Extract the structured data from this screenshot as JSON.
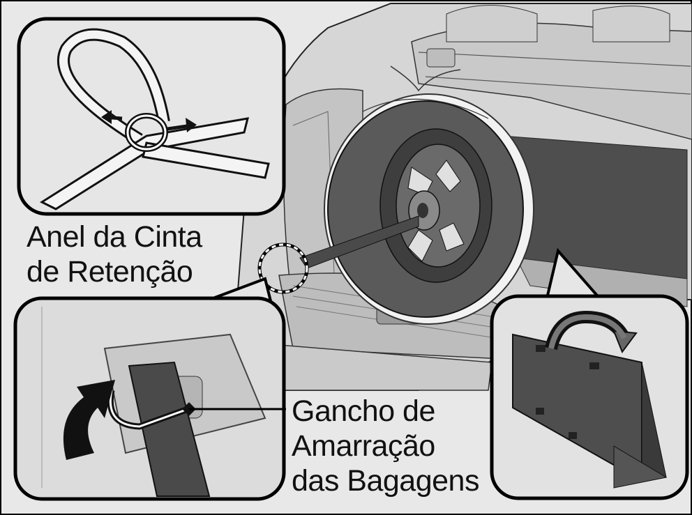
{
  "callouts": {
    "strap_ring": {
      "line1": "Anel da Cinta",
      "line2": "de Retenção"
    },
    "cargo_hook": {
      "line1": "Gancho de",
      "line2": "Amarração",
      "line3": "das Bagagens"
    }
  },
  "colors": {
    "background": "#e6e6e6",
    "panel_border": "#000000",
    "tire": "#5a5a5a",
    "strap": "#4a4a4a",
    "arrow": "#111111",
    "board": "#4e4e4e"
  },
  "icons": {
    "rotate_arrow": "curved-arrow-icon",
    "pull_arrow": "up-arrow-icon",
    "loop_arrows": "double-arrow-icon"
  }
}
